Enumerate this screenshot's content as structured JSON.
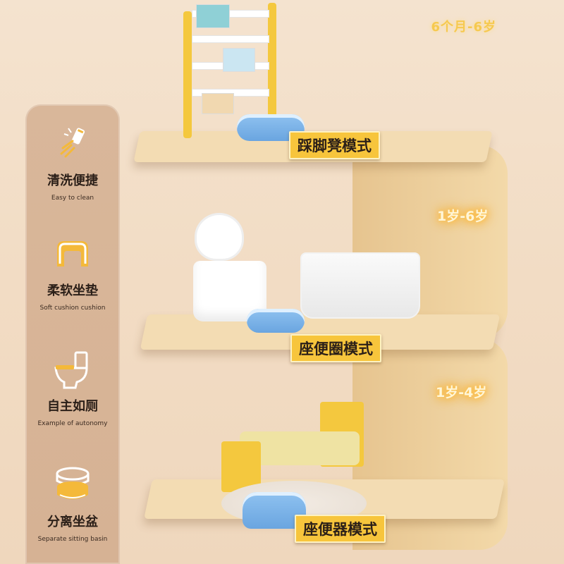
{
  "age_range_top": "6个月-6岁",
  "features": [
    {
      "title": "清洗便捷",
      "subtitle": "Easy to clean",
      "icon": "shower-spray-icon"
    },
    {
      "title": "柔软坐垫",
      "subtitle": "Soft cushion cushion",
      "icon": "cushion-icon"
    },
    {
      "title": "自主如厕",
      "subtitle": "Example of autonomy",
      "icon": "toilet-icon"
    },
    {
      "title": "分离坐盆",
      "subtitle": "Separate sitting basin",
      "icon": "stacked-basin-icon"
    }
  ],
  "shelves": [
    {
      "mode": "踩脚凳模式",
      "age": ""
    },
    {
      "mode": "座便圈模式",
      "age": "1岁-6岁"
    },
    {
      "mode": "座便器模式",
      "age": "1岁-4岁"
    }
  ],
  "colors": {
    "background": "#f3e0ca",
    "panel": "#d8b597",
    "accent_yellow": "#f7c53c",
    "icon_gold": "#f4b93a",
    "potty_blue": "#7db4ea",
    "shelf_wood": "#f3dcb3"
  }
}
